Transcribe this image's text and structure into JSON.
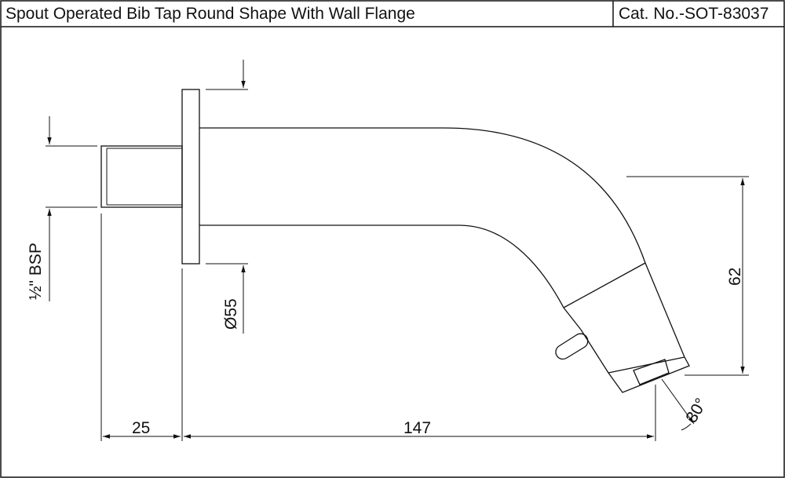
{
  "title": "Spout Operated Bib Tap Round Shape With Wall Flange",
  "catalog_number": "Cat. No.-SOT-83037",
  "dimensions": {
    "thread": "½\" BSP",
    "flange_diameter": "Ø55",
    "thread_length": "25",
    "spout_reach": "147",
    "spout_height": "62",
    "outlet_angle": "30°"
  }
}
